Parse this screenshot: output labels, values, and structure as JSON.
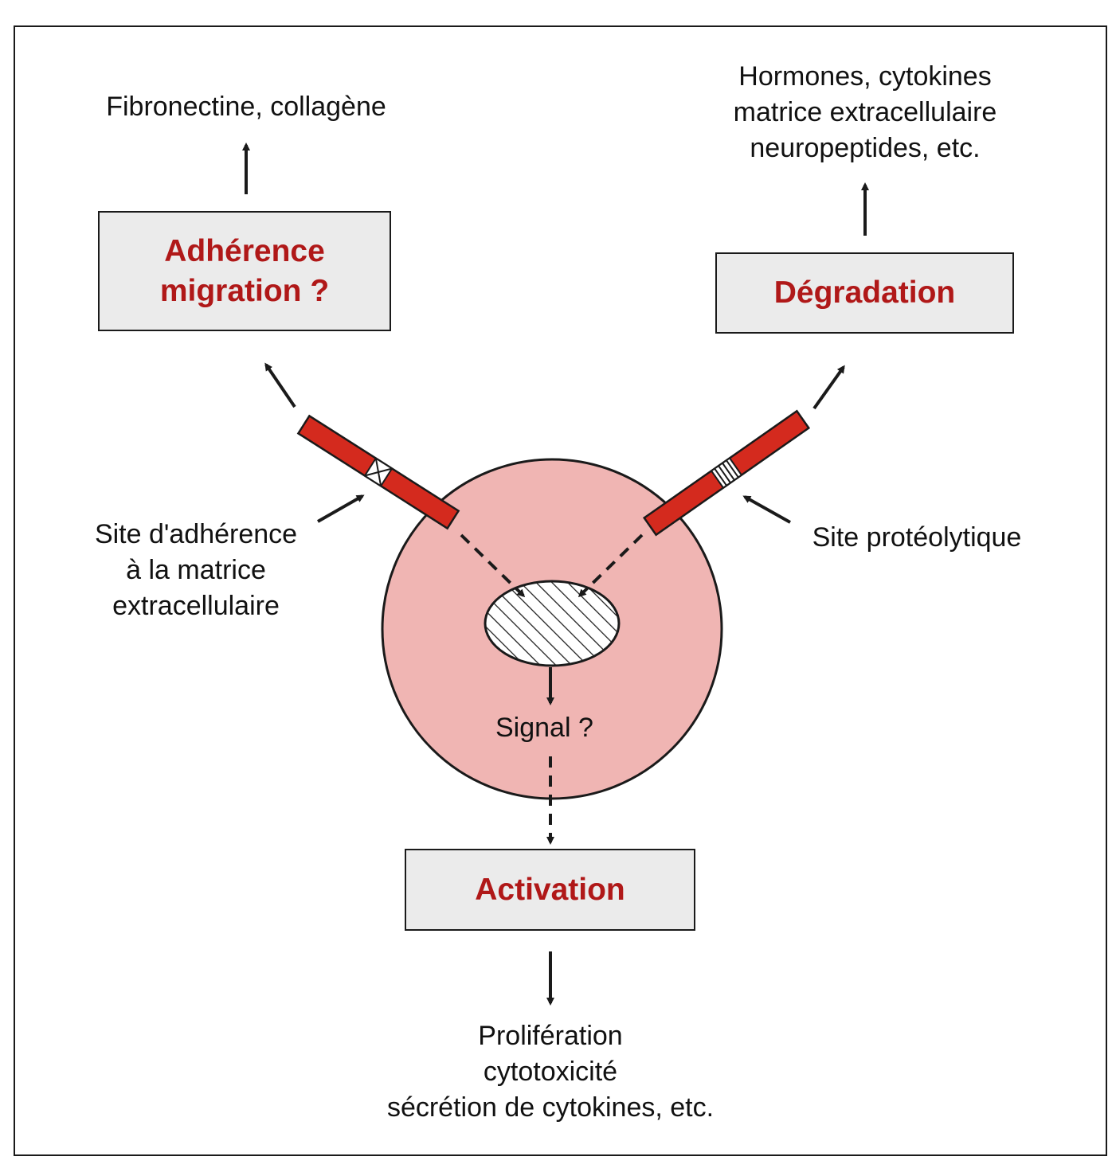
{
  "top_left": {
    "text": "Fibronectine, collagène"
  },
  "top_right": {
    "lines": [
      "Hormones, cytokines",
      "matrice extracellulaire",
      "neuropeptides, etc."
    ]
  },
  "box_adherence": {
    "lines": [
      "Adhérence",
      "migration ?"
    ]
  },
  "box_degradation": {
    "text": "Dégradation"
  },
  "box_activation": {
    "text": "Activation"
  },
  "site_adherence": {
    "lines": [
      "Site d'adhérence",
      "à la matrice",
      "extracellulaire"
    ]
  },
  "site_proteolytique": {
    "text": "Site protéolytique"
  },
  "signal": {
    "text": "Signal ?"
  },
  "bottom": {
    "lines": [
      "Prolifération",
      "cytotoxicité",
      "sécrétion de cytokines, etc."
    ]
  },
  "colors": {
    "accent": "#b01818",
    "receptor": "#d42a1e",
    "cell": "#f0b5b3",
    "box_fill": "#ebebeb"
  }
}
